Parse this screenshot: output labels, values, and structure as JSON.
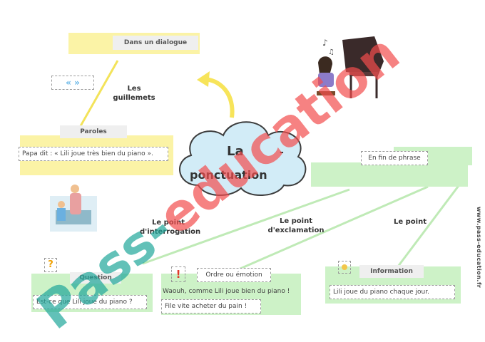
{
  "center_title": {
    "line1": "La",
    "dash": "-",
    "line2": "ponctuation"
  },
  "dialogue": {
    "header": "Dans un dialogue",
    "guillemets_symbol": "« »",
    "guillemets_label": "Les guillemets",
    "paroles_tag": "Paroles",
    "example": "Papa dit : « Lili joue très bien du piano »."
  },
  "end_of_sentence": {
    "label": "En fin de phrase"
  },
  "branches": {
    "interrogation": "Le point\nd'interrogation",
    "exclamation": "Le point\nd'exclamation",
    "point": "Le point"
  },
  "question_box": {
    "symbol": "?",
    "tag": "Question",
    "example": "Est-ce que Lili joue du piano ?"
  },
  "exclamation_box": {
    "symbol": "!",
    "tag": "Ordre ou émotion",
    "example1": "Waouh, comme Lili joue bien du piano !",
    "example2": "File vite acheter du pain !"
  },
  "point_box": {
    "tag": "Information",
    "example": "Lili joue du piano chaque jour."
  },
  "watermark": "Pass-education",
  "credit": "www.pass-education.fr",
  "colors": {
    "yellow": "#fbf3a6",
    "green": "#cdf2c7",
    "cloud": "#d2ecf7",
    "arrow": "#f7e45a",
    "watermark_red": "#f24d4d",
    "watermark_teal": "#1fa79a"
  }
}
